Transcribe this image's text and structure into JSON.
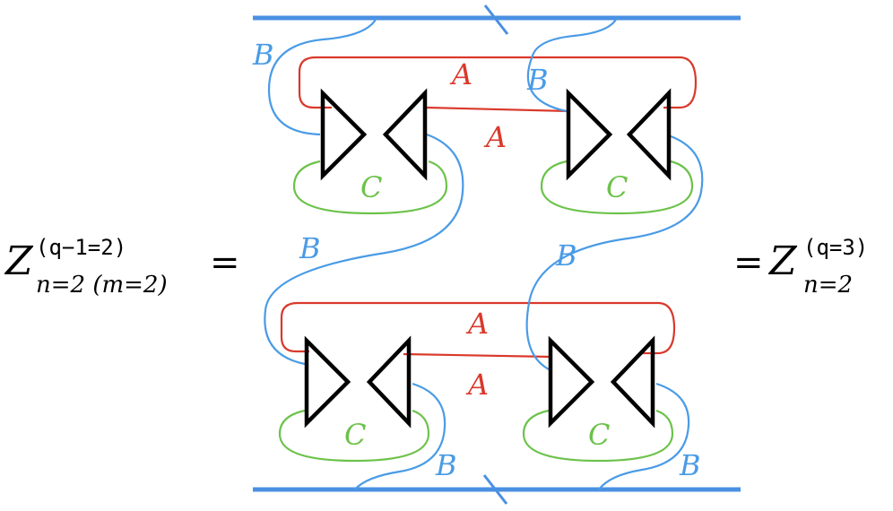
{
  "colors": {
    "boundary": "#4a90e2",
    "strand_A": "#d9392b",
    "strand_B": "#4a9be6",
    "strand_C": "#6cc24a",
    "triangle": "#000000"
  },
  "labels": {
    "A": "A",
    "B": "B",
    "C": "C"
  },
  "equation": {
    "lhs_symbol": "Z",
    "lhs_superscript": "(q−1=2)",
    "lhs_subscript": "n=2 (m=2)",
    "equals": "=",
    "rhs_symbol": "Z",
    "rhs_superscript": "(q=3)",
    "rhs_subscript": "n=2"
  }
}
